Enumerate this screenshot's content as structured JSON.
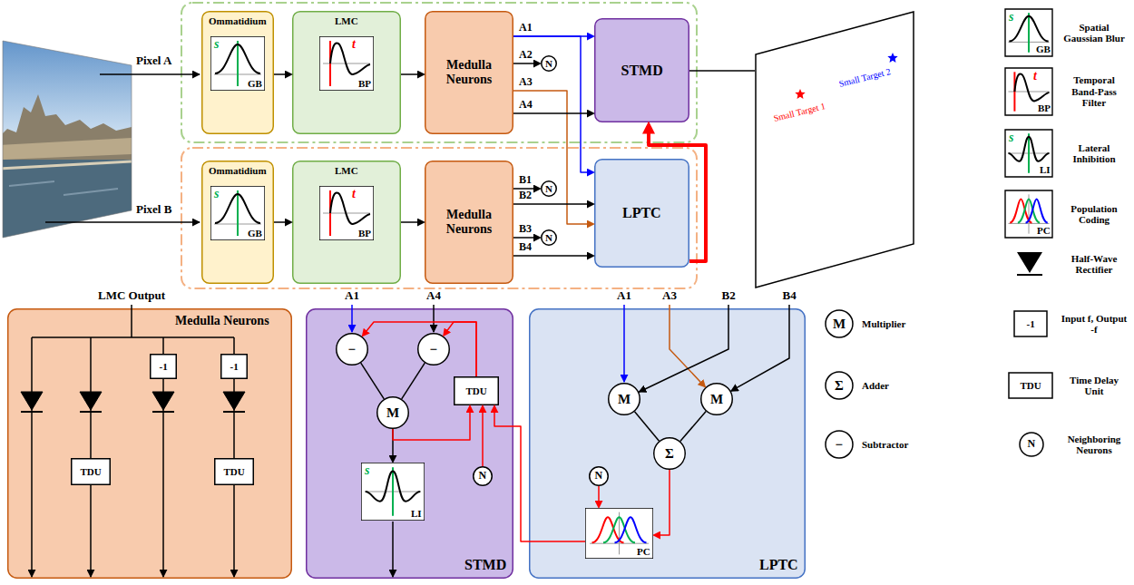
{
  "diagram": {
    "nodes": [
      {
        "text": [
          "Ommatidium"
        ]
      },
      {
        "text": [
          "s",
          "GB"
        ],
        "in": 0
      },
      {
        "text": [
          "LMC"
        ]
      },
      {
        "text": [
          "t",
          "BP"
        ],
        "in": 2
      },
      {
        "text": [
          "Medulla Neurons"
        ]
      },
      {
        "text": [
          "N"
        ]
      },
      {
        "text": [
          "STMD"
        ]
      },
      {
        "text": [
          "Ommatidium"
        ]
      },
      {
        "text": [
          "s",
          "GB"
        ],
        "in": 7
      },
      {
        "text": [
          "LMC"
        ]
      },
      {
        "text": [
          "t",
          "BP"
        ],
        "in": 9
      },
      {
        "text": [
          "Medulla Neurons"
        ]
      },
      {
        "text": [
          "N"
        ]
      },
      {
        "text": [
          "LPTC"
        ]
      },
      {
        "text": [
          "N"
        ]
      },
      {
        "text": [
          "Small Target 2",
          "Small Target 1"
        ]
      },
      {
        "text": [
          "Medulla Neurons"
        ]
      },
      {
        "text": [
          "-1"
        ],
        "in": 16
      },
      {
        "text": [
          "-1"
        ],
        "in": 16
      },
      {
        "text": [
          "TDU"
        ],
        "in": 16
      },
      {
        "text": [
          "TDU"
        ],
        "in": 16
      },
      {
        "text": [
          "STMD"
        ]
      },
      {
        "text": [
          "−"
        ],
        "in": 21
      },
      {
        "text": [
          "−"
        ],
        "in": 21
      },
      {
        "text": [
          "TDU"
        ],
        "in": 21
      },
      {
        "text": [
          "M"
        ],
        "in": 21
      },
      {
        "text": [
          "N"
        ],
        "in": 21
      },
      {
        "text": [
          "s",
          "LI"
        ],
        "in": 21
      },
      {
        "text": [
          "LPTC"
        ]
      },
      {
        "text": [
          "M"
        ],
        "in": 28
      },
      {
        "text": [
          "M"
        ],
        "in": 28
      },
      {
        "text": [
          "Σ"
        ],
        "in": 28
      },
      {
        "text": [
          "N"
        ],
        "in": 28
      },
      {
        "text": [
          "PC"
        ],
        "in": 28
      }
    ],
    "edges": [
      {
        "from": 0,
        "to": 2,
        "arrow": "to"
      },
      {
        "from": 2,
        "to": 4,
        "arrow": "to"
      },
      {
        "from": 7,
        "to": 9,
        "arrow": "to"
      },
      {
        "from": 9,
        "to": 11,
        "arrow": "to"
      },
      {
        "from": 4,
        "to": 6,
        "label": "A1",
        "arrow": "to"
      },
      {
        "from": 4,
        "to": 13,
        "arrow": "to"
      },
      {
        "from": 4,
        "to": 5,
        "label": "A2",
        "arrow": "to"
      },
      {
        "from": 4,
        "to": 13,
        "label": "A3",
        "arrow": "to"
      },
      {
        "from": 4,
        "to": 6,
        "label": "A4",
        "arrow": "to"
      },
      {
        "from": 11,
        "to": 12,
        "label": "B1",
        "arrow": "to"
      },
      {
        "from": 11,
        "to": 13,
        "label": "B2",
        "arrow": "to"
      },
      {
        "from": 11,
        "to": 14,
        "label": "B3",
        "arrow": "to"
      },
      {
        "from": 11,
        "to": 13,
        "label": "B4",
        "arrow": "to"
      },
      {
        "from": 13,
        "to": 6,
        "arrow": "to"
      },
      {
        "from": 6,
        "to": 15,
        "arrow": "none"
      },
      {
        "from": 18,
        "to": 20,
        "arrow": "none"
      },
      {
        "from": 22,
        "to": 25,
        "arrow": "none"
      },
      {
        "from": 23,
        "to": 25,
        "arrow": "none"
      },
      {
        "from": 25,
        "to": 27,
        "arrow": "to"
      },
      {
        "from": 25,
        "to": 24,
        "arrow": "to"
      },
      {
        "from": 26,
        "to": 24,
        "arrow": "to"
      },
      {
        "from": 24,
        "to": 22,
        "arrow": "to"
      },
      {
        "from": 24,
        "to": 23,
        "arrow": "to"
      },
      {
        "from": 29,
        "to": 31,
        "arrow": "none"
      },
      {
        "from": 30,
        "to": 31,
        "arrow": "none"
      },
      {
        "from": 31,
        "to": 33,
        "arrow": "to"
      },
      {
        "from": 32,
        "to": 33,
        "arrow": "to"
      },
      {
        "from": 33,
        "to": 24,
        "arrow": "to"
      }
    ],
    "labels": [
      "Pixel A",
      "Pixel B",
      "s",
      "GB",
      "t",
      "BP",
      "s",
      "LI",
      "PC",
      "M",
      "-1",
      "Σ",
      "TDU",
      "−",
      "N",
      "LMC Output",
      "A1",
      "A4",
      "A1",
      "A3",
      "B2",
      "B4"
    ],
    "legend": [
      {
        "text": "Spatial Gaussian Blur"
      },
      {
        "text": "Temporal Band-Pass Filter"
      },
      {
        "text": "Lateral Inhibition"
      },
      {
        "text": "Population Coding"
      },
      {
        "text": "Half-Wave Rectifier"
      },
      {
        "text": "Multiplier"
      },
      {
        "text": "Input f, Output -f"
      },
      {
        "text": "Adder"
      },
      {
        "text": "Time Delay Unit"
      },
      {
        "text": "Subtractor"
      },
      {
        "text": "Neighboring Neurons"
      }
    ]
  }
}
